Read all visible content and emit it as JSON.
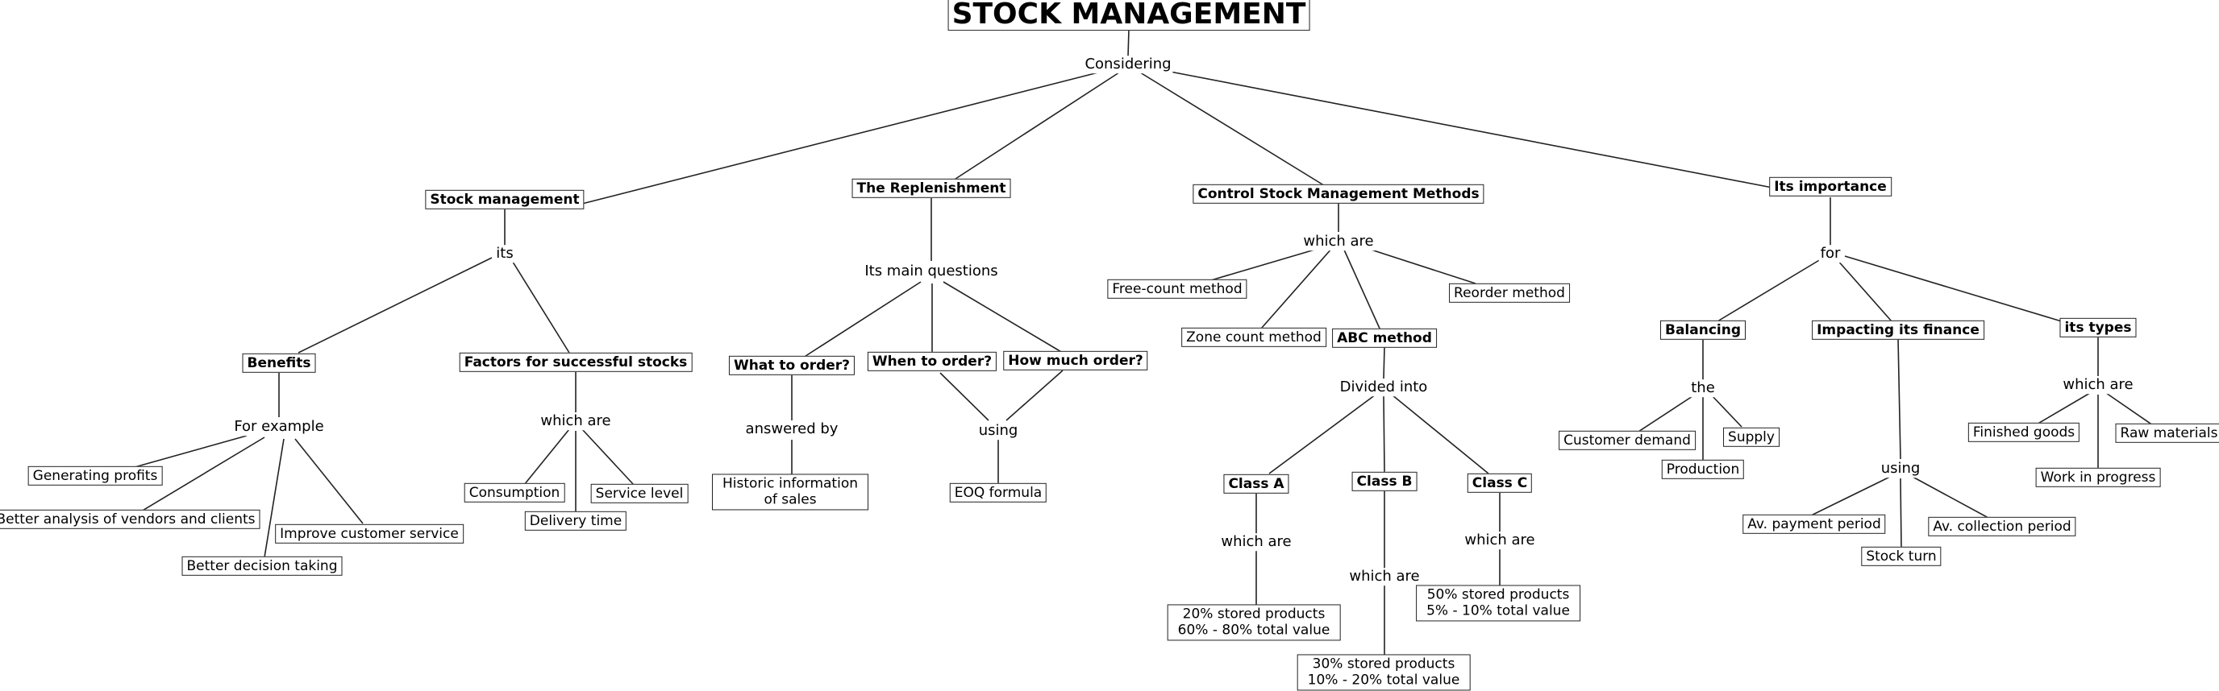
{
  "title": "STOCK MANAGEMENT",
  "root_link": "Considering",
  "branches": {
    "stock_management": {
      "label": "Stock management",
      "link": "its",
      "benefits": {
        "label": "Benefits",
        "link": "For example",
        "items": [
          "Generating profits",
          "Better analysis of vendors and clients",
          "Better decision taking",
          "Improve customer service"
        ]
      },
      "factors": {
        "label": "Factors for successful stocks",
        "link": "which are",
        "items": [
          "Consumption",
          "Delivery time",
          "Service level"
        ]
      }
    },
    "replenishment": {
      "label": "The Replenishment",
      "link": "Its main questions",
      "what": {
        "label": "What to order?",
        "link": "answered by",
        "answer": "Historic information\nof sales"
      },
      "when": {
        "label": "When to order?"
      },
      "how_much": {
        "label": "How much order?"
      },
      "using_link": "using",
      "eoq": "EOQ formula"
    },
    "control": {
      "label": "Control Stock Management Methods",
      "link": "which are",
      "methods": [
        "Free-count method",
        "Zone count method",
        "Reorder method"
      ],
      "abc": {
        "label": "ABC method",
        "link": "Divided into",
        "classes": [
          {
            "label": "Class A",
            "link": "which are",
            "detail": "20% stored products\n60% - 80% total value"
          },
          {
            "label": "Class B",
            "link": "which are",
            "detail": "30% stored products\n10% - 20% total value"
          },
          {
            "label": "Class C",
            "link": "which are",
            "detail": "50% stored products\n5% - 10% total value"
          }
        ]
      }
    },
    "importance": {
      "label": "Its importance",
      "link": "for",
      "balancing": {
        "label": "Balancing",
        "link": "the",
        "items": [
          "Customer demand",
          "Production",
          "Supply"
        ]
      },
      "finance": {
        "label": "Impacting its finance",
        "link": "using",
        "items": [
          "Av. payment period",
          "Stock turn",
          "Av. collection period"
        ]
      },
      "types": {
        "label": "its types",
        "link": "which are",
        "items": [
          "Finished goods",
          "Work in progress",
          "Raw materials"
        ]
      }
    }
  }
}
